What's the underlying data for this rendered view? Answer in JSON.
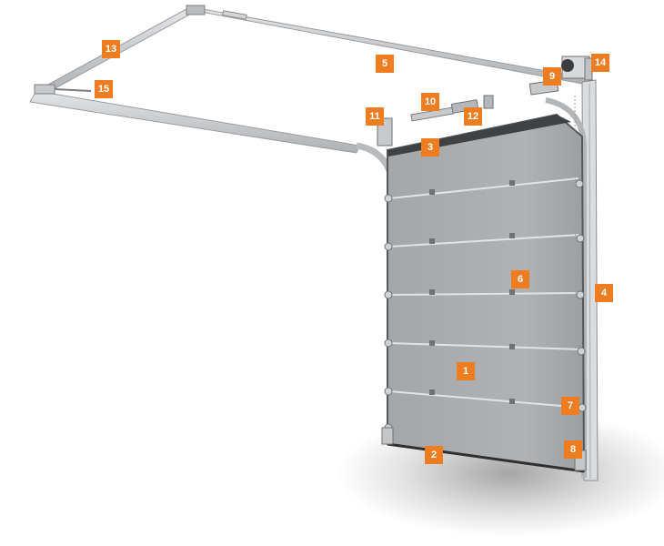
{
  "diagram": {
    "markers": [
      {
        "id": "m1",
        "label": "1"
      },
      {
        "id": "m2",
        "label": "2"
      },
      {
        "id": "m3",
        "label": "3"
      },
      {
        "id": "m4",
        "label": "4"
      },
      {
        "id": "m5",
        "label": "5"
      },
      {
        "id": "m6",
        "label": "6"
      },
      {
        "id": "m7",
        "label": "7"
      },
      {
        "id": "m8",
        "label": "8"
      },
      {
        "id": "m9",
        "label": "9"
      },
      {
        "id": "m10",
        "label": "10"
      },
      {
        "id": "m11",
        "label": "11"
      },
      {
        "id": "m12",
        "label": "12"
      },
      {
        "id": "m13",
        "label": "13"
      },
      {
        "id": "m14",
        "label": "14"
      },
      {
        "id": "m15",
        "label": "15"
      }
    ],
    "colors": {
      "marker": "#ee7d22",
      "marker_text": "#ffffff",
      "panel": "#a9abad",
      "rail": "#c9ccce",
      "frame": "#8a8d90"
    }
  }
}
